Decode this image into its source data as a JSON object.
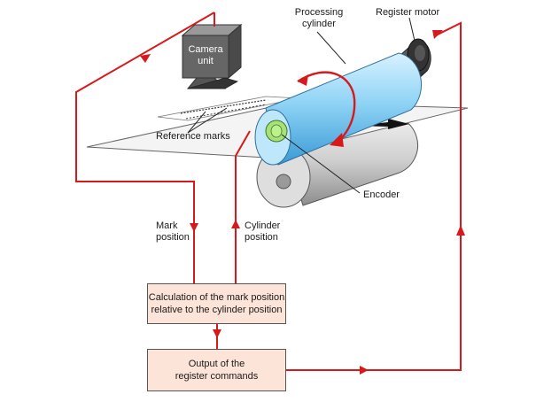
{
  "labels": {
    "processing_cylinder": "Processing\ncylinder",
    "register_motor": "Register motor",
    "camera_unit": "Camera\nunit",
    "reference_marks": "Reference marks",
    "encoder": "Encoder",
    "mark_position": "Mark\nposition",
    "cylinder_position": "Cylinder\nposition"
  },
  "boxes": {
    "calculation": "Calculation of the mark position\nrelative to the cylinder position",
    "output": "Output of the\nregister commands"
  },
  "colors": {
    "signal_line": "#d7191c",
    "cylinder_blue": "#8fd3f5",
    "box_fill": "#fde4d8",
    "camera_gray": "#666666",
    "roller_gray": "#cfcfcf",
    "encoder_green": "#a9e07a"
  }
}
